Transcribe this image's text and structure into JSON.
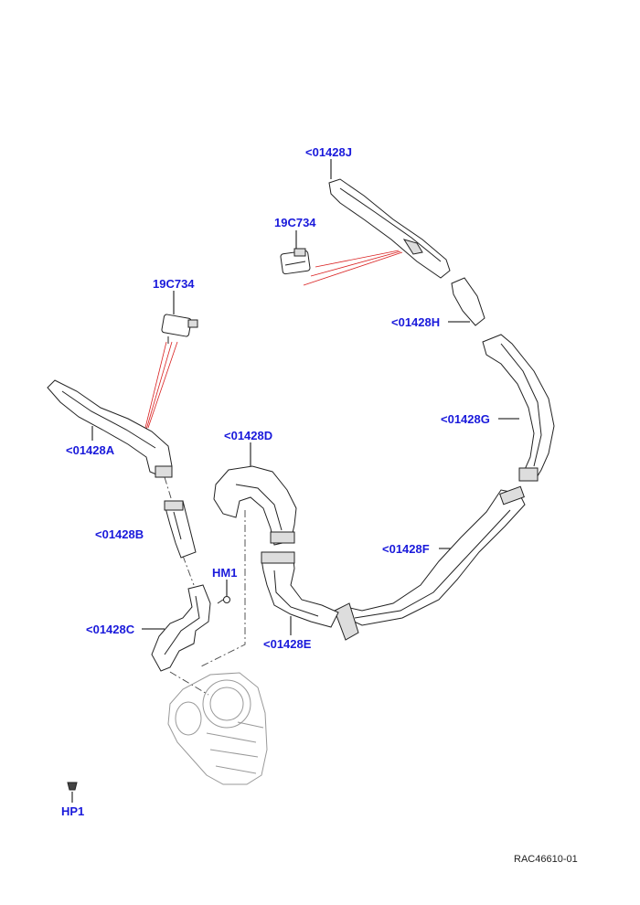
{
  "colors": {
    "callout": "#1a1adb",
    "leader": "#000000",
    "ref_line": "#d92020",
    "part_stroke": "#222222",
    "phantom": "#888888"
  },
  "callouts": {
    "j": "<01428J",
    "sensor_top": "19C734",
    "sensor_left": "19C734",
    "h": "<01428H",
    "g": "<01428G",
    "a": "<01428A",
    "d": "<01428D",
    "b": "<01428B",
    "f": "<01428F",
    "hm1": "HM1",
    "c": "<01428C",
    "e": "<01428E",
    "hp1": "HP1"
  },
  "reference": "RAC46610-01"
}
